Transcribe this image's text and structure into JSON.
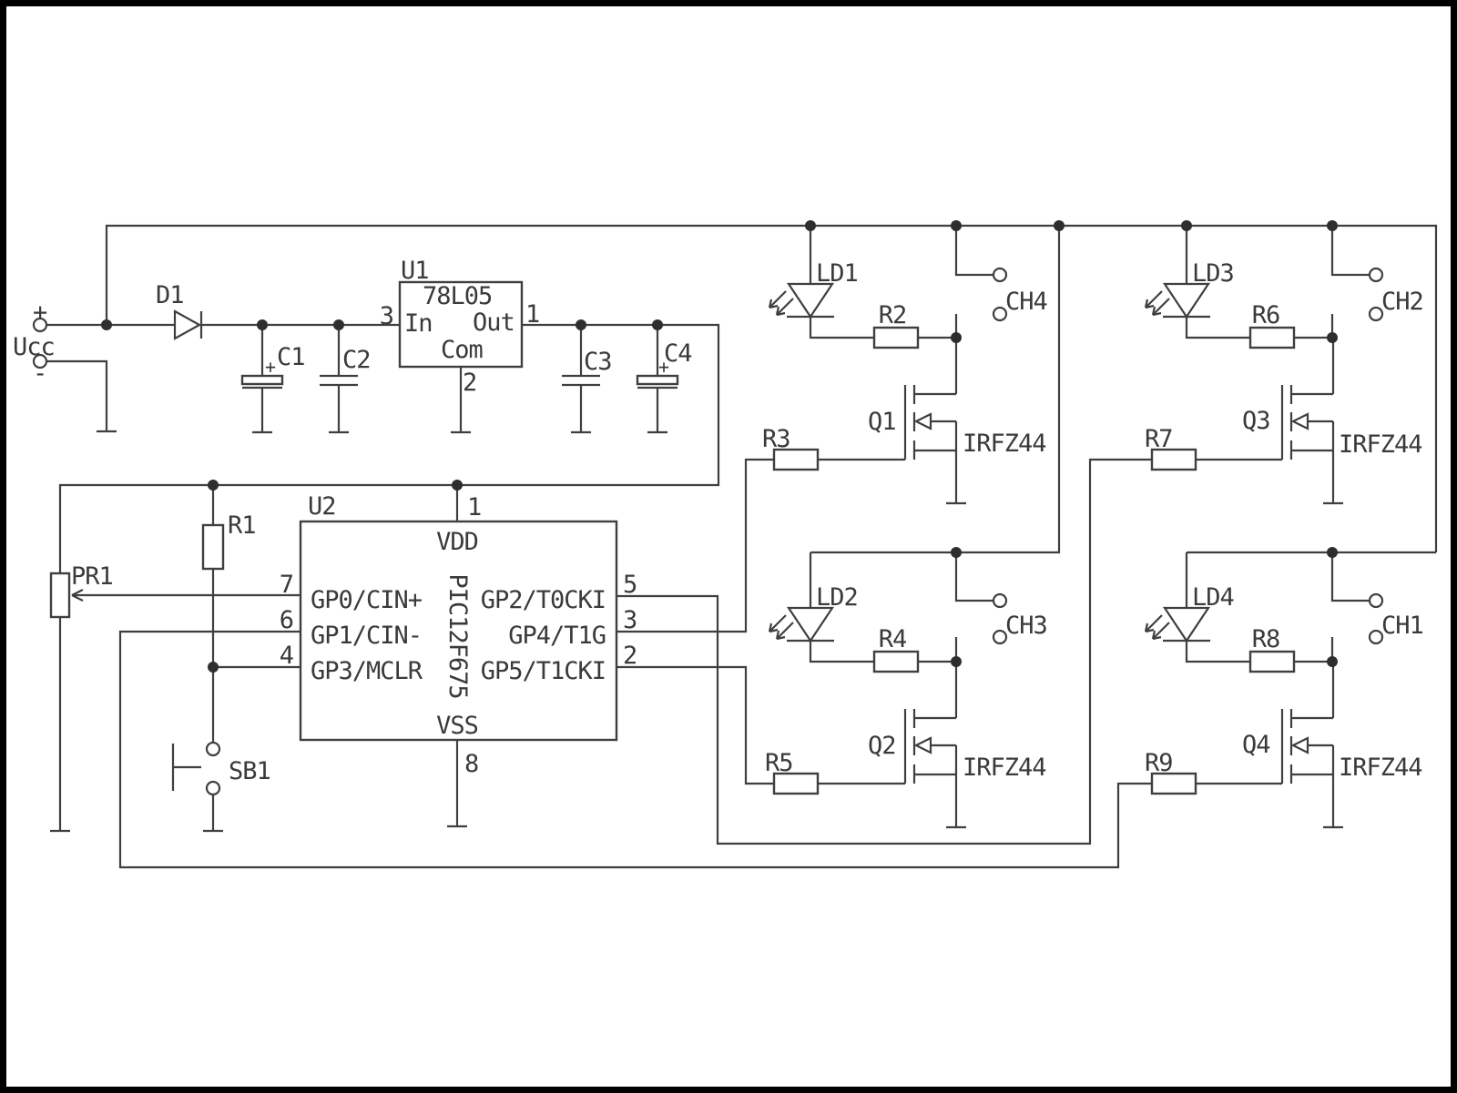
{
  "colors": {
    "line": "#3f3f3f",
    "text": "#3a3a3a",
    "background": "#ffffff",
    "border": "#000000"
  },
  "power": {
    "plus": "+",
    "label": "Ucc",
    "minus": "-"
  },
  "d1": {
    "label": "D1"
  },
  "u1": {
    "ref": "U1",
    "part": "78L05",
    "pin_in_num": "3",
    "pin_in": "In",
    "pin_out": "Out",
    "pin_out_num": "1",
    "pin_com": "Com",
    "pin_com_num": "2"
  },
  "caps": {
    "c1": "C1",
    "c1_plus": "+",
    "c2": "C2",
    "c3": "C3",
    "c4": "C4",
    "c4_plus": "+"
  },
  "u2": {
    "ref": "U2",
    "part": "PIC12F675",
    "pin1_num": "1",
    "vdd": "VDD",
    "vss": "VSS",
    "pin8_num": "8",
    "left_pins": [
      {
        "num": "7",
        "name": "GP0/CIN+"
      },
      {
        "num": "6",
        "name": "GP1/CIN-"
      },
      {
        "num": "4",
        "name": "GP3/MCLR"
      }
    ],
    "right_pins": [
      {
        "num": "5",
        "name": "GP2/T0CKI"
      },
      {
        "num": "3",
        "name": "GP4/T1G"
      },
      {
        "num": "2",
        "name": "GP5/T1CKI"
      }
    ]
  },
  "r1": {
    "label": "R1"
  },
  "pr1": {
    "label": "PR1"
  },
  "sb1": {
    "label": "SB1"
  },
  "channels": [
    {
      "led": "LD1",
      "series_res": "R2",
      "conn": "CH4",
      "gate_res": "R3",
      "q": "Q1",
      "part": "IRFZ44"
    },
    {
      "led": "LD2",
      "series_res": "R4",
      "conn": "CH3",
      "gate_res": "R5",
      "q": "Q2",
      "part": "IRFZ44"
    },
    {
      "led": "LD3",
      "series_res": "R6",
      "conn": "CH2",
      "gate_res": "R7",
      "q": "Q3",
      "part": "IRFZ44"
    },
    {
      "led": "LD4",
      "series_res": "R8",
      "conn": "CH1",
      "gate_res": "R9",
      "q": "Q4",
      "part": "IRFZ44"
    }
  ]
}
